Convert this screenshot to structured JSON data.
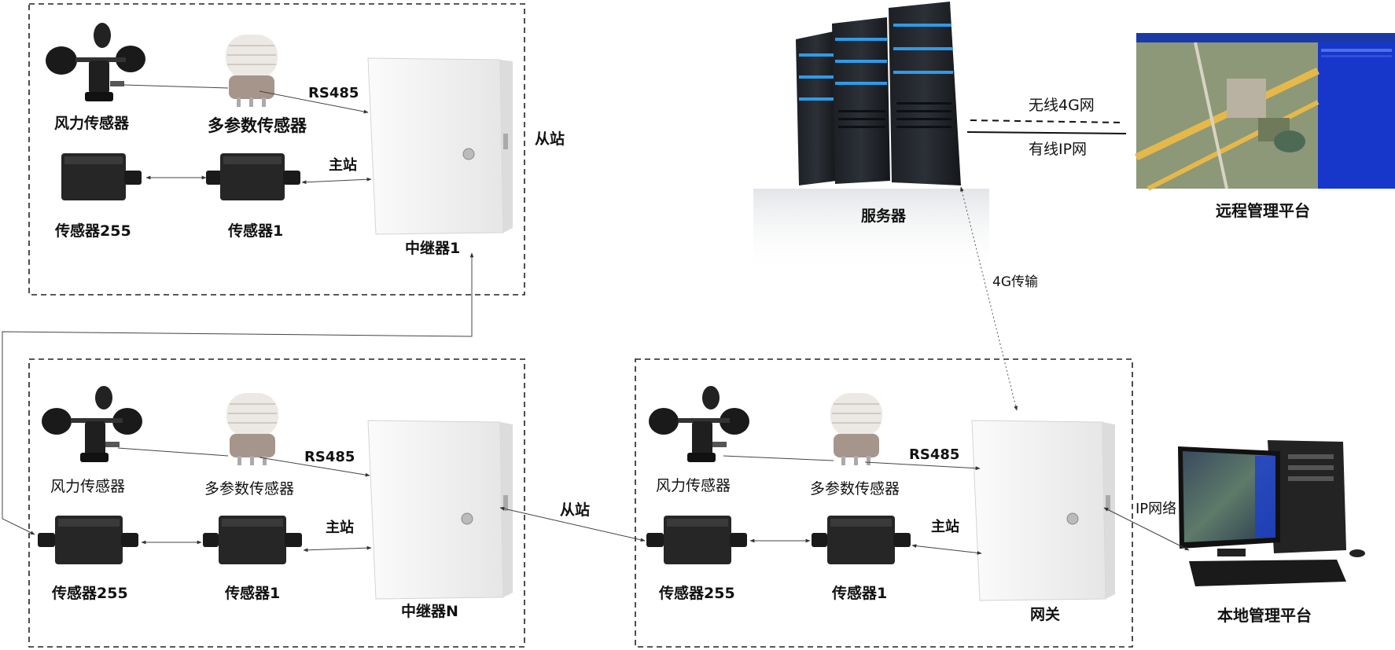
{
  "groups": {
    "relay1": {
      "wind_sensor": "风力传感器",
      "multi_sensor": "多参数传感器",
      "rs485": "RS485",
      "master": "主站",
      "sensor255": "传感器255",
      "sensor1": "传感器1",
      "device": "中继器1",
      "slave": "从站"
    },
    "relayN": {
      "wind_sensor": "风力传感器",
      "multi_sensor": "多参数传感器",
      "rs485": "RS485",
      "master": "主站",
      "sensor255": "传感器255",
      "sensor1": "传感器1",
      "device": "中继器N"
    },
    "gateway": {
      "wind_sensor": "风力传感器",
      "multi_sensor": "多参数传感器",
      "rs485": "RS485",
      "master": "主站",
      "sensor255": "传感器255",
      "sensor1": "传感器1",
      "device": "网关"
    }
  },
  "links": {
    "slave_mid": "从站",
    "transfer_4g": "4G传输",
    "wireless_4g": "无线4G网",
    "wired_ip": "有线IP网",
    "ip_network": "IP网络"
  },
  "nodes": {
    "server": "服务器",
    "remote_platform": "远程管理平台",
    "local_platform": "本地管理平台"
  },
  "colors": {
    "server_glow": "#2fa8ff",
    "map_panel": "#1637c9",
    "enclosure": "#f3f3f3",
    "sensor_box": "#2a2a2a"
  }
}
